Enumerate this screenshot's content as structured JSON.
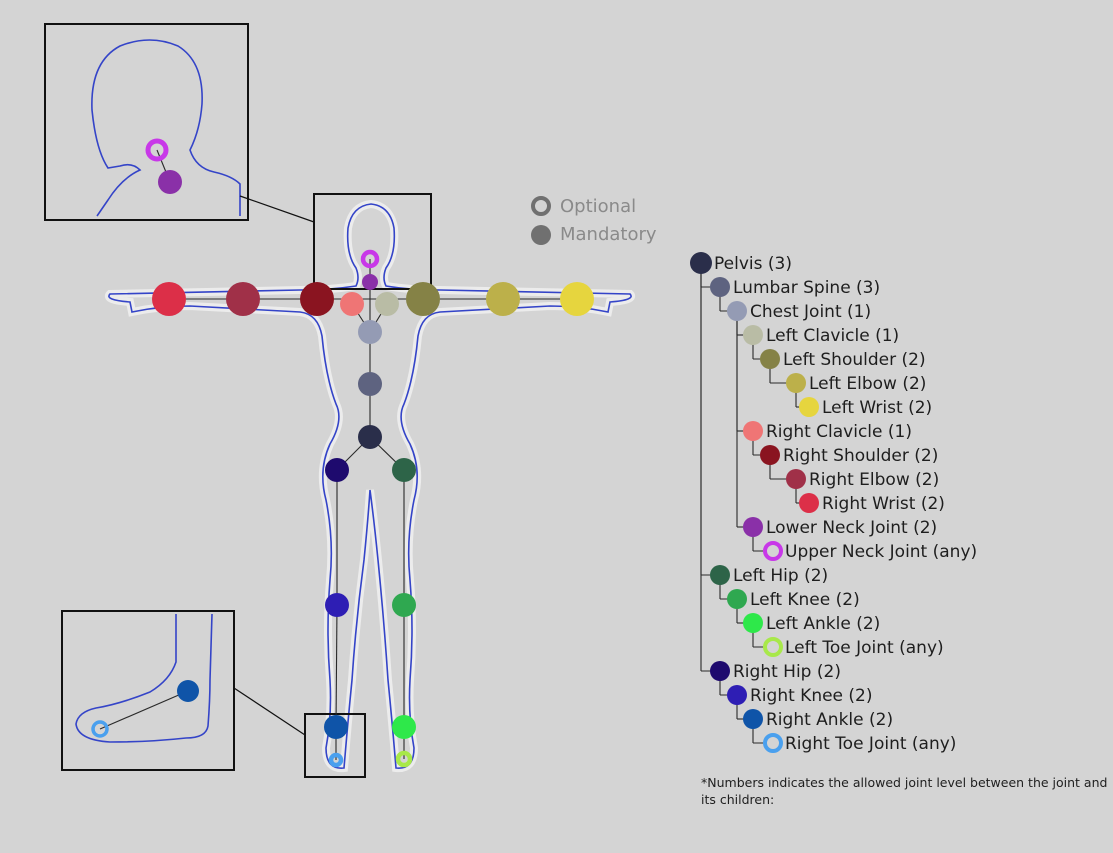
{
  "legend": {
    "optional_label": "Optional",
    "mandatory_label": "Mandatory",
    "optional_icon": "hollow-circle-icon",
    "mandatory_icon": "filled-circle-icon",
    "color": "#707070"
  },
  "joints": {
    "pelvis": {
      "label": "Pelvis (3)",
      "color": "#2a2e4a",
      "optional": false
    },
    "lumbar_spine": {
      "label": "Lumbar Spine (3)",
      "color": "#5e6380",
      "optional": false
    },
    "chest_joint": {
      "label": "Chest Joint (1)",
      "color": "#949bb4",
      "optional": false
    },
    "left_clavicle": {
      "label": "Left Clavicle (1)",
      "color": "#b9bca5",
      "optional": false
    },
    "left_shoulder": {
      "label": "Left Shoulder (2)",
      "color": "#858246",
      "optional": false
    },
    "left_elbow": {
      "label": "Left Elbow (2)",
      "color": "#bcb04a",
      "optional": false
    },
    "left_wrist": {
      "label": "Left Wrist (2)",
      "color": "#e6d53e",
      "optional": false
    },
    "right_clavicle": {
      "label": "Right Clavicle  (1)",
      "color": "#ef7575",
      "optional": false
    },
    "right_shoulder": {
      "label": "Right Shoulder (2)",
      "color": "#8a1420",
      "optional": false
    },
    "right_elbow": {
      "label": "Right Elbow (2)",
      "color": "#a03048",
      "optional": false
    },
    "right_wrist": {
      "label": "Right Wrist (2)",
      "color": "#dc2f48",
      "optional": false
    },
    "lower_neck": {
      "label": "Lower Neck Joint (2)",
      "color": "#8a30a8",
      "optional": false
    },
    "upper_neck": {
      "label": "Upper Neck Joint (any)",
      "color": "#c838e8",
      "optional": true
    },
    "left_hip": {
      "label": "Left Hip (2)",
      "color": "#2d6448",
      "optional": false
    },
    "left_knee": {
      "label": "Left Knee (2)",
      "color": "#2fa850",
      "optional": false
    },
    "left_ankle": {
      "label": "Left Ankle (2)",
      "color": "#2ee84a",
      "optional": false
    },
    "left_toe": {
      "label": "Left Toe Joint (any)",
      "color": "#a8e84a",
      "optional": true
    },
    "right_hip": {
      "label": "Right Hip (2)",
      "color": "#1e0a6e",
      "optional": false
    },
    "right_knee": {
      "label": "Right Knee (2)",
      "color": "#2e1eb4",
      "optional": false
    },
    "right_ankle": {
      "label": "Right Ankle (2)",
      "color": "#0f54a8",
      "optional": false
    },
    "right_toe": {
      "label": "Right Toe Joint (any)",
      "color": "#4aa0ee",
      "optional": true
    }
  },
  "footnote": {
    "line1": "*Numbers indicates the allowed joint level between the joint and",
    "line2": "its children:"
  }
}
